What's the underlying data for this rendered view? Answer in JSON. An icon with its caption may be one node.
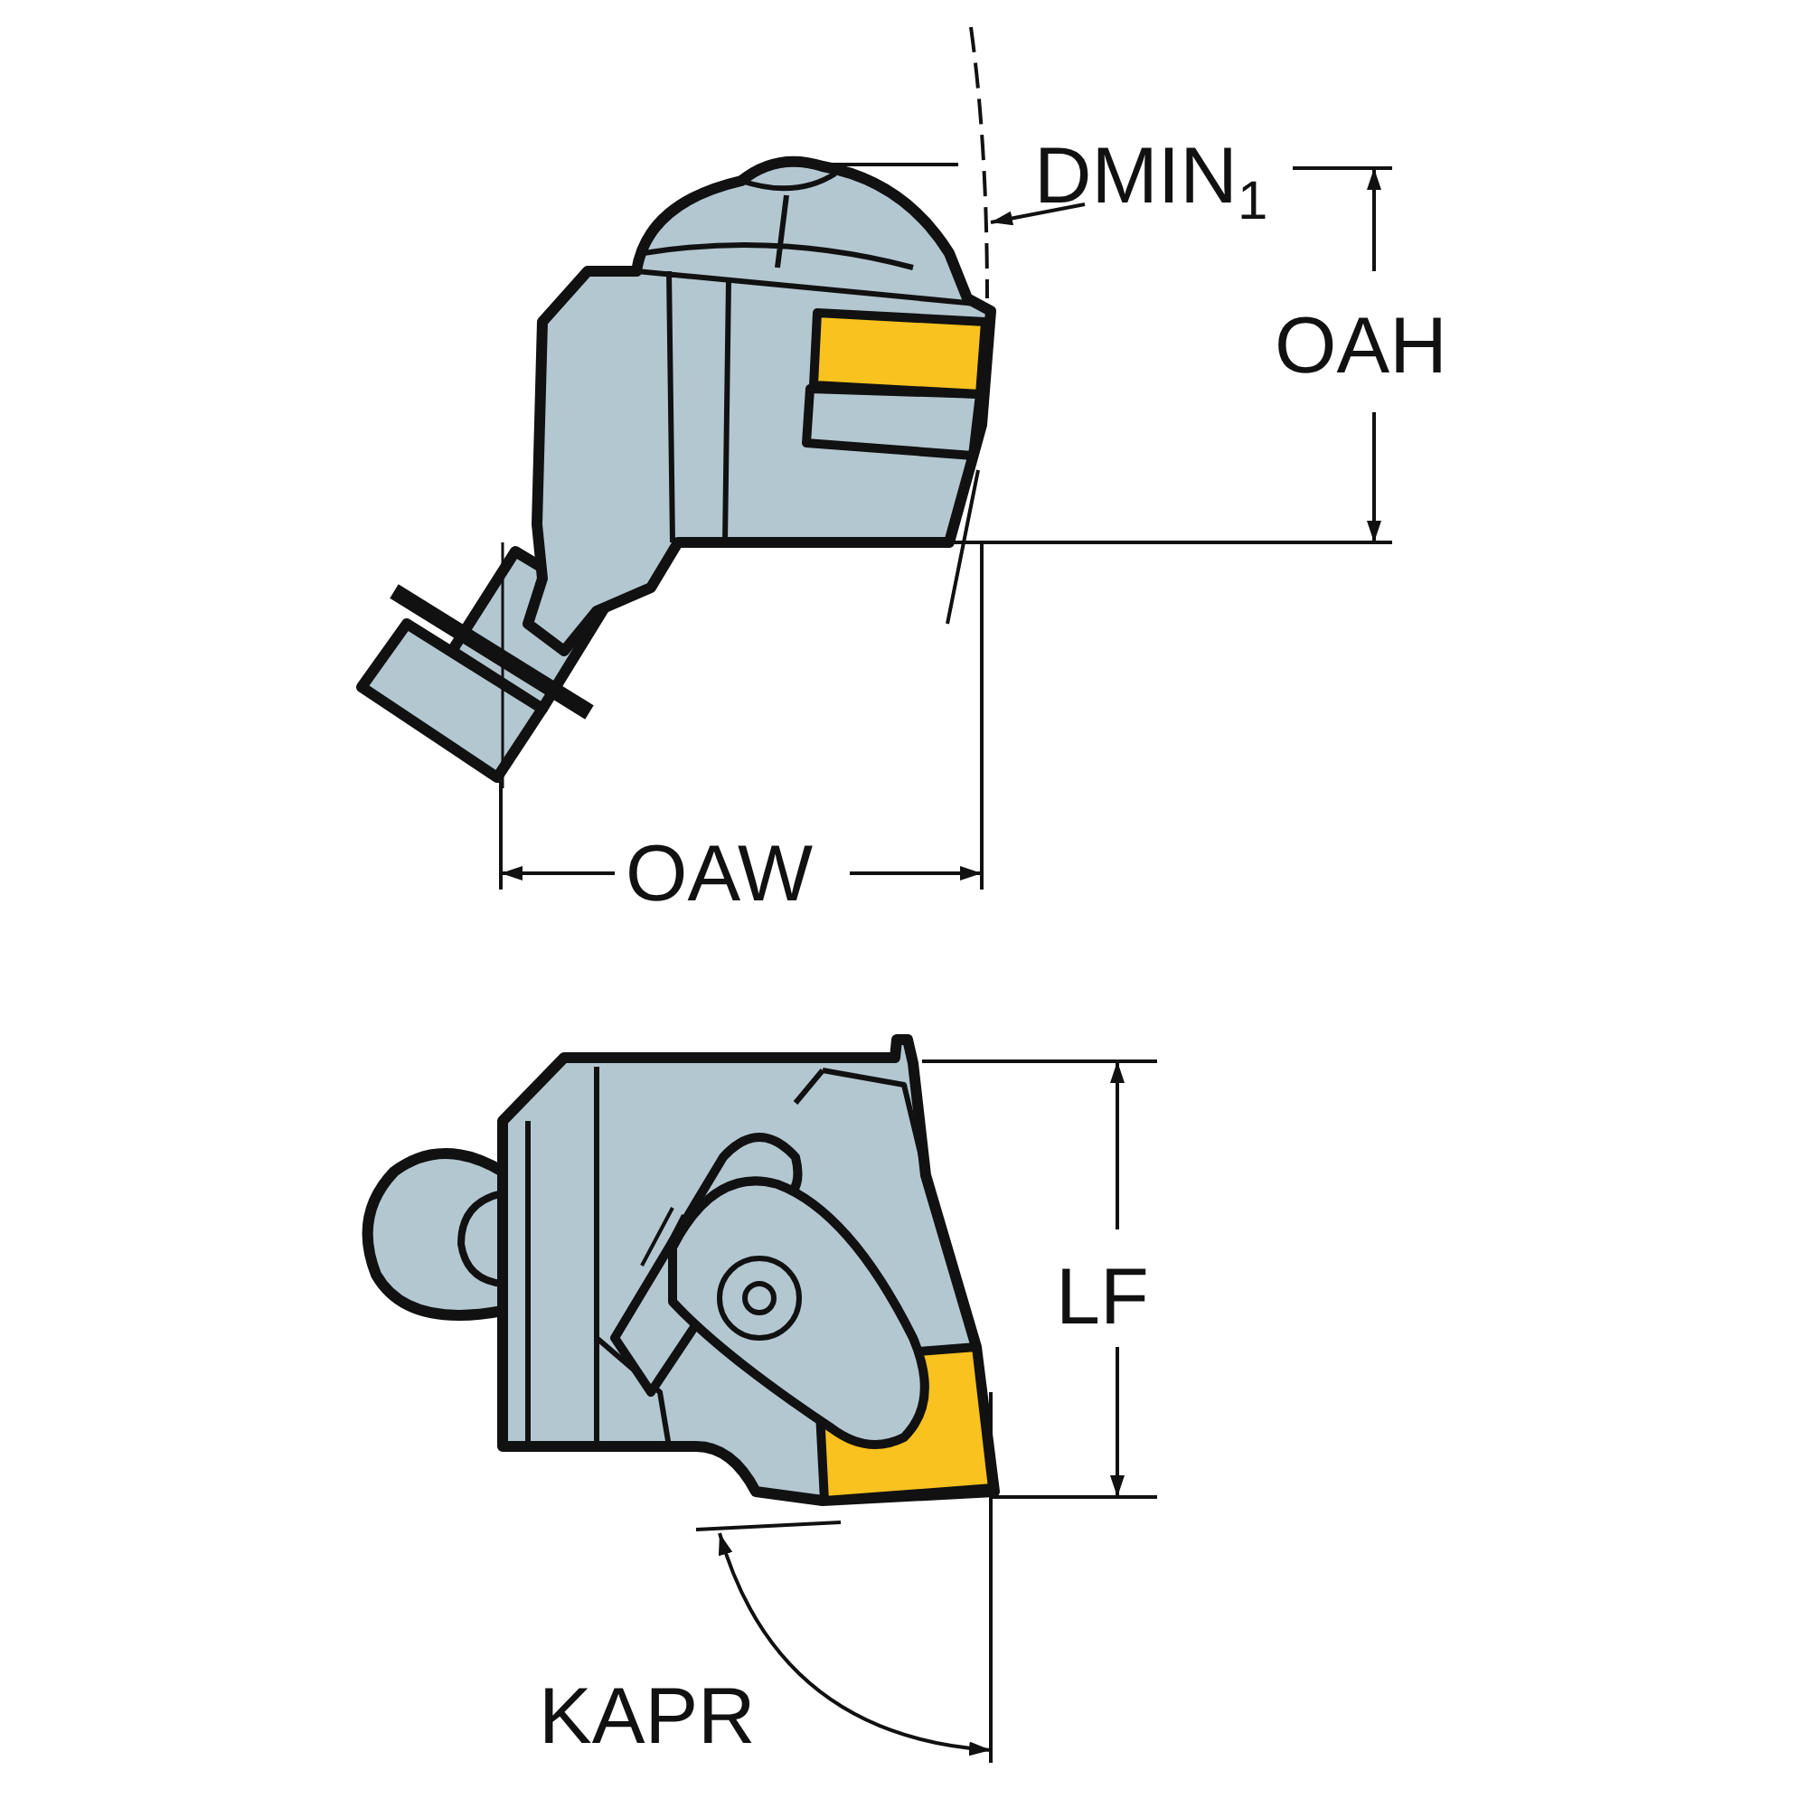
{
  "diagram": {
    "labels": [
      "DMIN$_{1}$",
      "OAH",
      "OAW",
      "LF",
      "KAPR"
    ]
  }
}
